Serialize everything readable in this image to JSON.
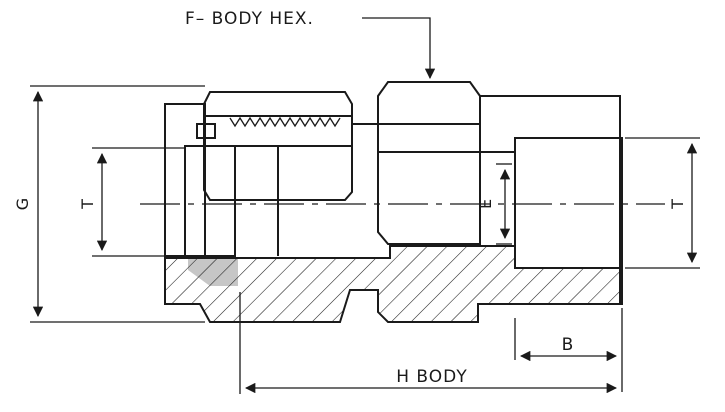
{
  "drawing": {
    "labels": {
      "body_hex": "F– BODY HEX.",
      "body_length": "H BODY",
      "overall_diameter": "G",
      "tube_od_left": "T",
      "tube_od_right": "T",
      "bore": "E",
      "socket_depth": "B"
    },
    "line_color": "#1a1a1a",
    "background_color": "#ffffff"
  }
}
